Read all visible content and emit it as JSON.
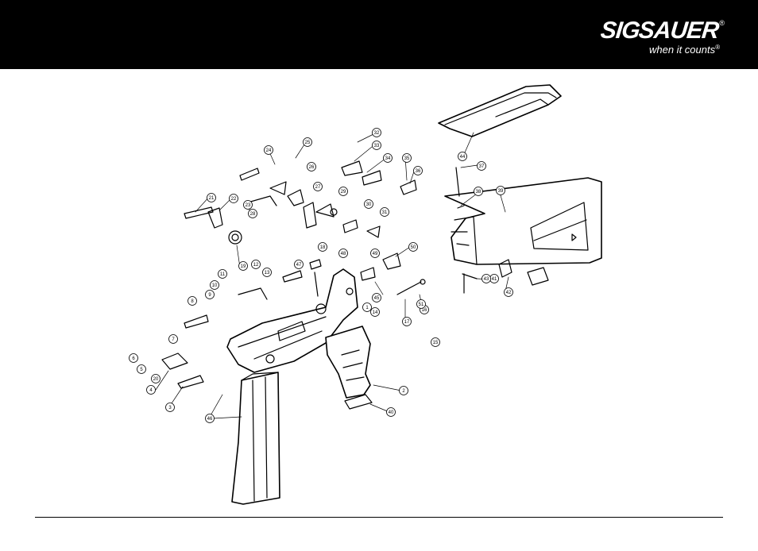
{
  "header": {
    "brand_sig": "SIG",
    "brand_sauer": "SAUER",
    "registered_mark": "®",
    "tagline": "when it counts",
    "tagline_mark": "®",
    "background_color": "#000000"
  },
  "diagram": {
    "part_callouts": [
      "1",
      "2",
      "3",
      "4",
      "5",
      "6",
      "7",
      "8",
      "9",
      "10",
      "11",
      "12",
      "13",
      "14",
      "15",
      "16",
      "17",
      "18",
      "19",
      "20",
      "21",
      "22",
      "23",
      "24",
      "25",
      "26",
      "27",
      "28",
      "29",
      "30",
      "31",
      "32",
      "33",
      "34",
      "35",
      "36",
      "37",
      "38",
      "39",
      "40",
      "41",
      "42",
      "43",
      "44",
      "45",
      "46",
      "47",
      "48",
      "49",
      "50",
      "51"
    ]
  }
}
